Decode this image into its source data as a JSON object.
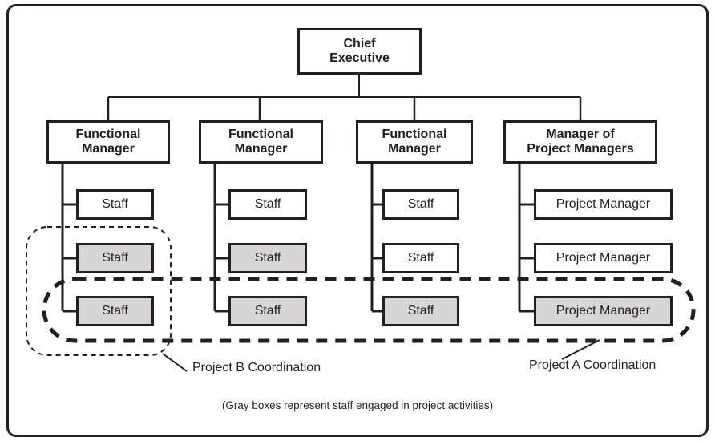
{
  "org": {
    "root": {
      "lines": [
        "Chief",
        "Executive"
      ]
    },
    "columns": [
      {
        "manager_lines": [
          "Functional",
          "Manager"
        ],
        "rows": [
          {
            "label": "Staff",
            "gray": false
          },
          {
            "label": "Staff",
            "gray": true
          },
          {
            "label": "Staff",
            "gray": true
          }
        ]
      },
      {
        "manager_lines": [
          "Functional",
          "Manager"
        ],
        "rows": [
          {
            "label": "Staff",
            "gray": false
          },
          {
            "label": "Staff",
            "gray": true
          },
          {
            "label": "Staff",
            "gray": true
          }
        ]
      },
      {
        "manager_lines": [
          "Functional",
          "Manager"
        ],
        "rows": [
          {
            "label": "Staff",
            "gray": false
          },
          {
            "label": "Staff",
            "gray": false
          },
          {
            "label": "Staff",
            "gray": true
          }
        ]
      },
      {
        "manager_lines": [
          "Manager of",
          "Project Managers"
        ],
        "rows": [
          {
            "label": "Project Manager",
            "gray": false
          },
          {
            "label": "Project Manager",
            "gray": false
          },
          {
            "label": "Project Manager",
            "gray": true
          }
        ]
      }
    ]
  },
  "annotations": {
    "project_b": "Project B Coordination",
    "project_a": "Project A Coordination",
    "caption": "(Gray boxes represent staff engaged in project activities)"
  },
  "colors": {
    "line": "#231f20",
    "gray_fill": "#d6d6d6",
    "background": "#ffffff"
  }
}
